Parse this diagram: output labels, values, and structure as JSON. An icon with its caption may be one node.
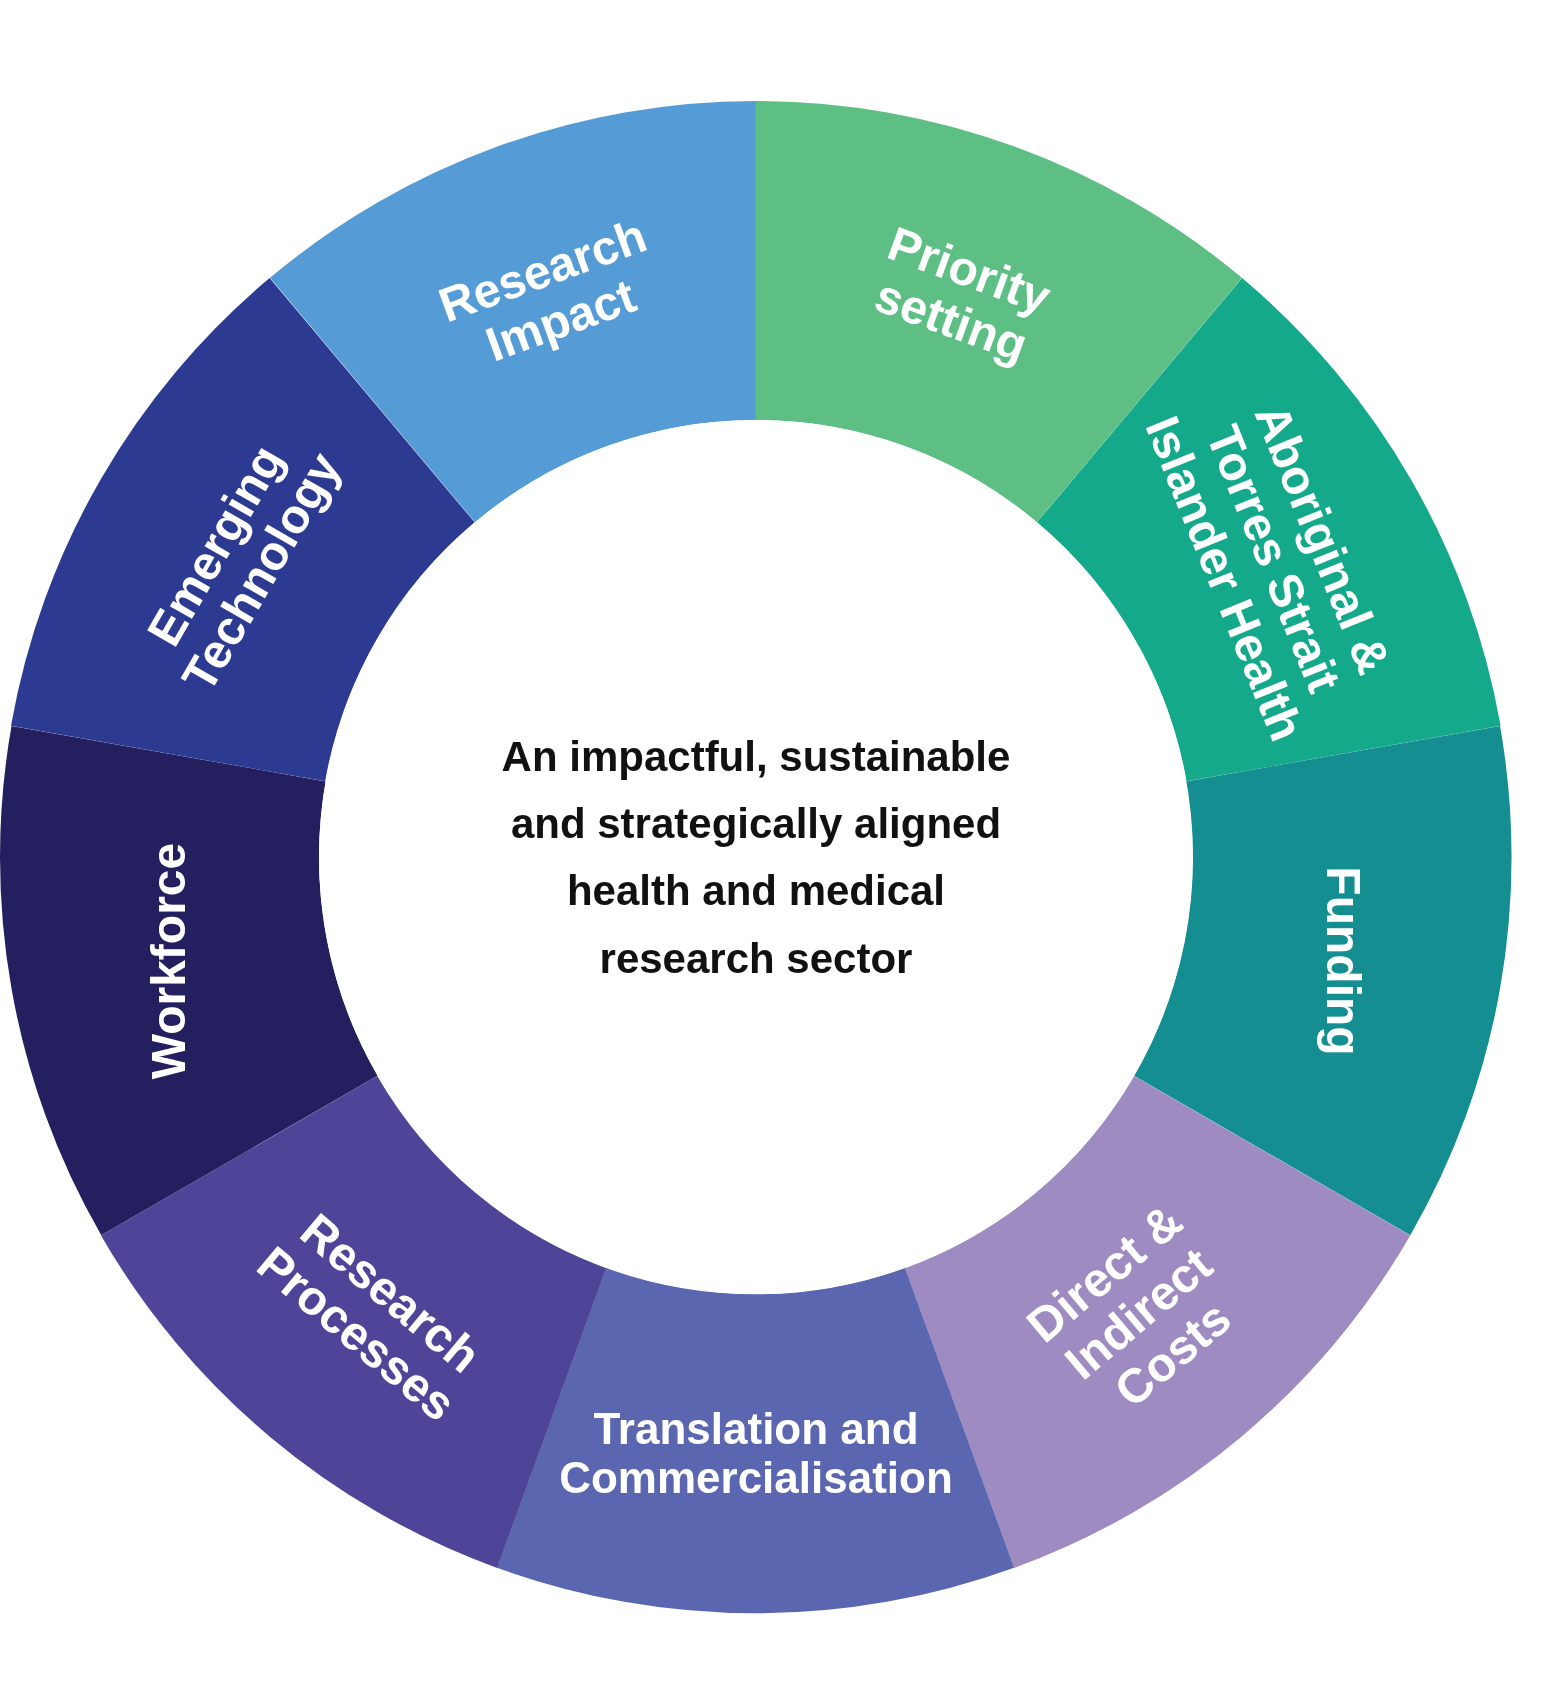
{
  "diagram": {
    "nodes": [
      {
        "text": [
          "Research Impact"
        ]
      },
      {
        "text": [
          "Priority setting"
        ]
      },
      {
        "text": [
          "Aboriginal & Torres Strait Islander Health"
        ]
      },
      {
        "text": [
          "Funding"
        ]
      },
      {
        "text": [
          "Direct & Indirect Costs"
        ]
      },
      {
        "text": [
          "Translation and Commercialisation"
        ]
      },
      {
        "text": [
          "Research Processes"
        ]
      },
      {
        "text": [
          "Workforce"
        ]
      },
      {
        "text": [
          "Emerging Technology"
        ]
      },
      {
        "text": [
          "An impactful, sustainable and strategically aligned health and medical research sector"
        ]
      }
    ]
  }
}
